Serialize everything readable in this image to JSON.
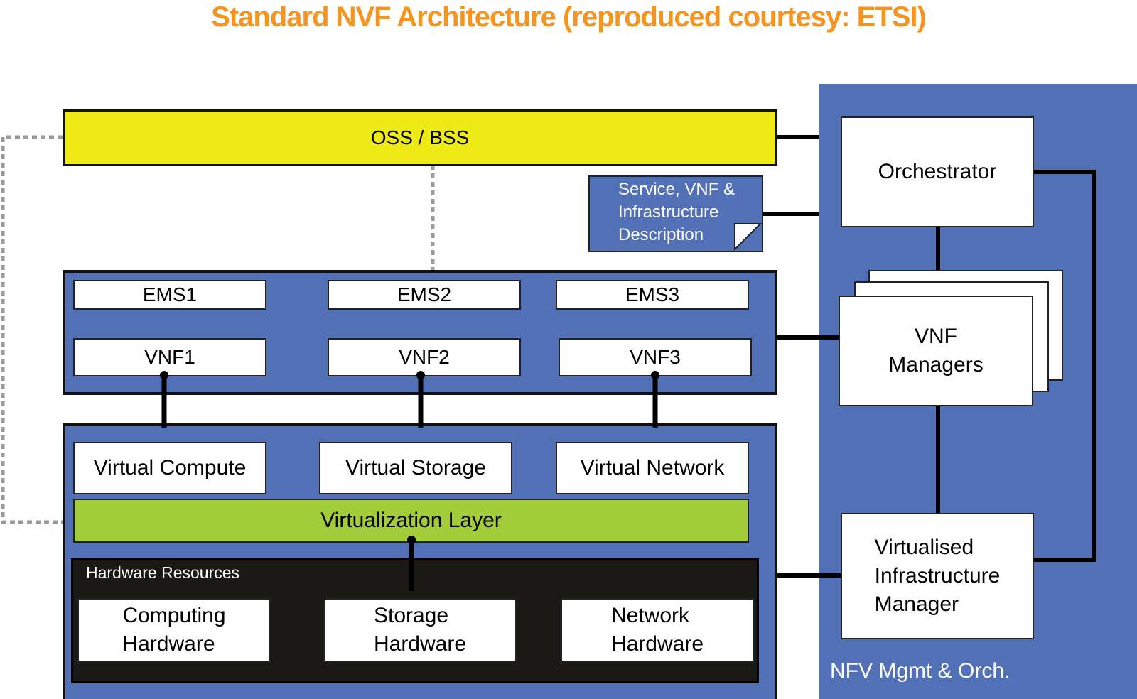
{
  "title": "Standard NVF Architecture (reproduced courtesy: ETSI)",
  "colors": {
    "title": "#f7941d",
    "blue": "#5270b6",
    "yellow": "#eeea16",
    "green": "#a3cc3a",
    "dark": "#1a1915",
    "dotted": "#9a9a9a"
  },
  "oss_bss": "OSS / BSS",
  "descriptor": {
    "text": "Service, VNF &\nInfrastructure\nDescription",
    "icon": "document-icon"
  },
  "ems": [
    "EMS1",
    "EMS2",
    "EMS3"
  ],
  "vnf": [
    "VNF1",
    "VNF2",
    "VNF3"
  ],
  "virtual": [
    "Virtual Compute",
    "Virtual Storage",
    "Virtual Network"
  ],
  "virtualization_layer": "Virtualization Layer",
  "hardware": {
    "label": "Hardware Resources",
    "items": [
      "Computing\nHardware",
      "Storage\nHardware",
      "Network\nHardware"
    ]
  },
  "mano": {
    "label": "NFV Mgmt & Orch.",
    "orchestrator": "Orchestrator",
    "vnf_managers": "VNF\nManagers",
    "vim": "Virtualised\nInfrastructure\nManager"
  }
}
